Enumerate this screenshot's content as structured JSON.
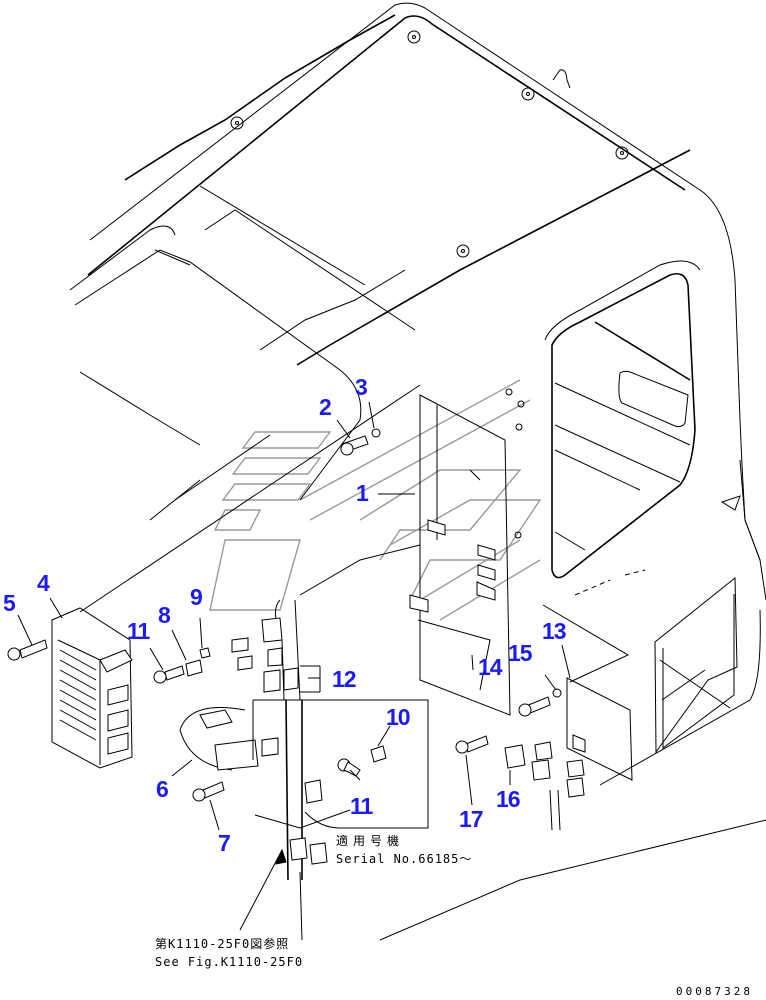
{
  "diagram": {
    "type": "exploded-parts-diagram",
    "subject": "Operator cab with controller mounting bracket and wiring harness",
    "label_color": "#1a1aff",
    "watermark_color": "#9a9a9a"
  },
  "callouts": [
    {
      "id": "c1",
      "label": "1",
      "part": "bracket"
    },
    {
      "id": "c2",
      "label": "2",
      "part": "bolt"
    },
    {
      "id": "c3",
      "label": "3",
      "part": "washer"
    },
    {
      "id": "c4",
      "label": "4",
      "part": "controller"
    },
    {
      "id": "c5",
      "label": "5",
      "part": "bolt"
    },
    {
      "id": "c6",
      "label": "6",
      "part": "harness"
    },
    {
      "id": "c7",
      "label": "7",
      "part": "bolt"
    },
    {
      "id": "c8",
      "label": "8",
      "part": "relay"
    },
    {
      "id": "c9",
      "label": "9",
      "part": "clip"
    },
    {
      "id": "c10",
      "label": "10",
      "part": "relay"
    },
    {
      "id": "c11a",
      "label": "11",
      "part": "bolt"
    },
    {
      "id": "c11b",
      "label": "11",
      "part": "bolt"
    },
    {
      "id": "c12",
      "label": "12",
      "part": "relay"
    },
    {
      "id": "c13",
      "label": "13",
      "part": "plate"
    },
    {
      "id": "c14",
      "label": "14",
      "part": "clamp"
    },
    {
      "id": "c15",
      "label": "15",
      "part": "washer"
    },
    {
      "id": "c16",
      "label": "16",
      "part": "relay"
    },
    {
      "id": "c17",
      "label": "17",
      "part": "bolt"
    }
  ],
  "notes": {
    "serial_line1": "適用号機",
    "serial_line2": "Serial No.66185～",
    "ref_line1": "第K1110-25F0図参照",
    "ref_line2": "See Fig.K1110-25F0"
  },
  "document_number": "00087328"
}
